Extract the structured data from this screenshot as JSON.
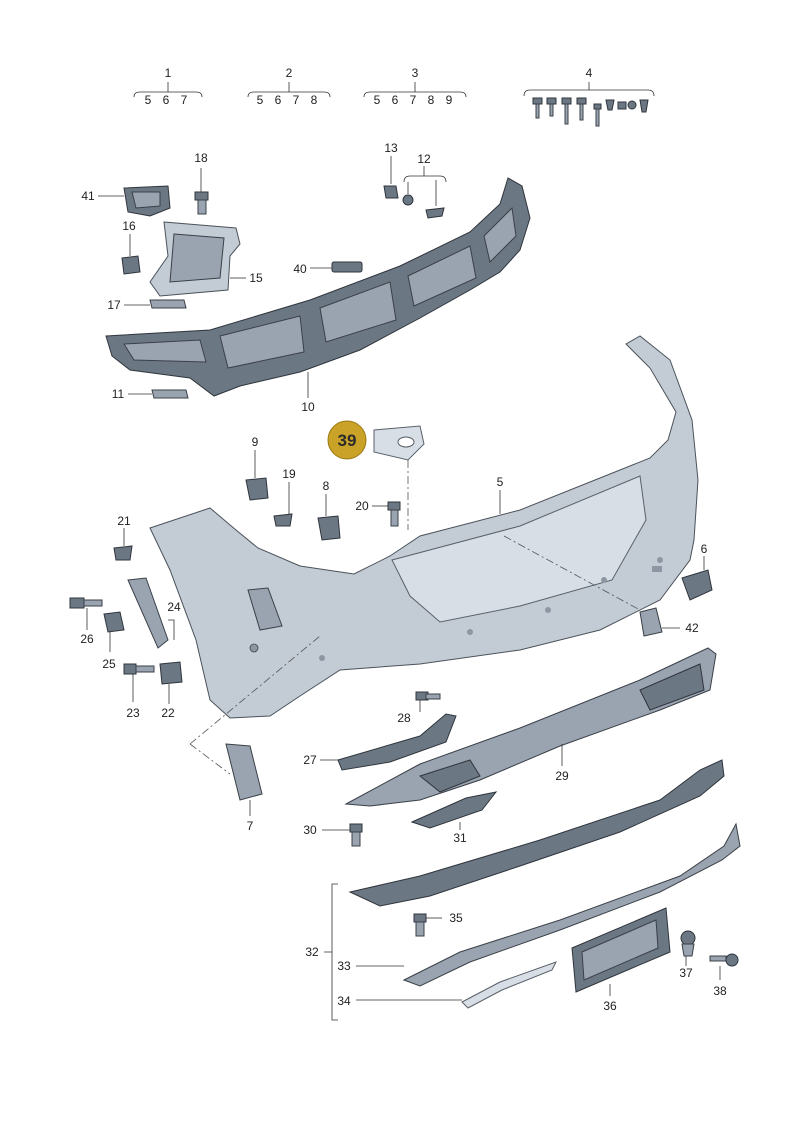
{
  "groups": [
    {
      "label": "1",
      "subs": "5 6 7"
    },
    {
      "label": "2",
      "subs": "5 6 7 8"
    },
    {
      "label": "3",
      "subs": "5 6 7 8 9"
    },
    {
      "label": "4",
      "subs": ""
    }
  ],
  "highlight": {
    "label": "39",
    "color": "#c9a227"
  },
  "callouts": {
    "c5": "5",
    "c6": "6",
    "c7": "7",
    "c8": "8",
    "c9": "9",
    "c10": "10",
    "c11": "11",
    "c12": "12",
    "c13": "13",
    "c15": "15",
    "c16": "16",
    "c17": "17",
    "c18": "18",
    "c19": "19",
    "c20": "20",
    "c21": "21",
    "c22": "22",
    "c23": "23",
    "c24": "24",
    "c25": "25",
    "c26": "26",
    "c27": "27",
    "c28": "28",
    "c29": "29",
    "c30": "30",
    "c31": "31",
    "c32": "32",
    "c33": "33",
    "c34": "34",
    "c35": "35",
    "c36": "36",
    "c37": "37",
    "c38": "38",
    "c40": "40",
    "c41": "41",
    "c42": "42"
  },
  "colors": {
    "part_dark": "#6c7784",
    "part_light": "#c3cbd5",
    "badge": "#c9a227"
  }
}
